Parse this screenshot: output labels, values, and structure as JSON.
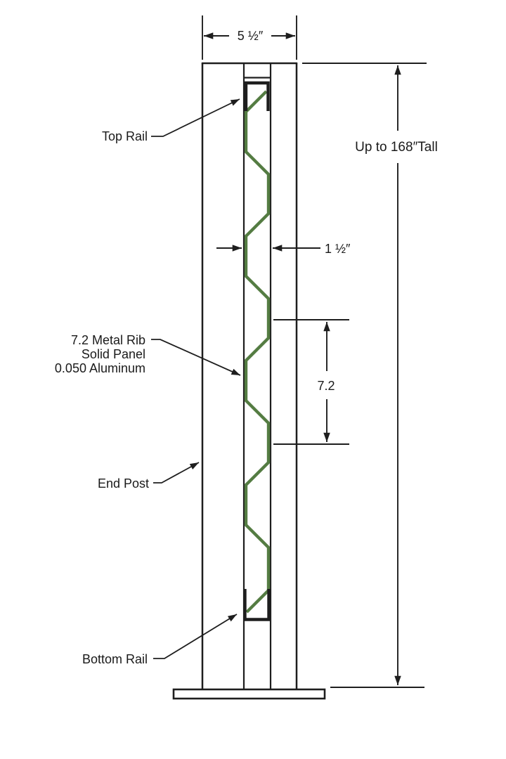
{
  "diagram": {
    "type": "technical-elevation-drawing",
    "subject": "7.2 metal rib solid panel fence section with end post",
    "labels": {
      "top_rail": "Top Rail",
      "end_post": "End Post",
      "bottom_rail": "Bottom Rail",
      "panel_line1": "7.2 Metal Rib",
      "panel_line2": "Solid Panel",
      "panel_line3": "0.050 Aluminum"
    },
    "dimensions": {
      "width": "5 ½″",
      "depth": "1 ½″",
      "rib_pitch": "7.2",
      "height": "Up to 168″Tall"
    },
    "colors": {
      "panel_green": "#547c42",
      "line_black": "#1e1e1e",
      "background": "#ffffff"
    }
  }
}
